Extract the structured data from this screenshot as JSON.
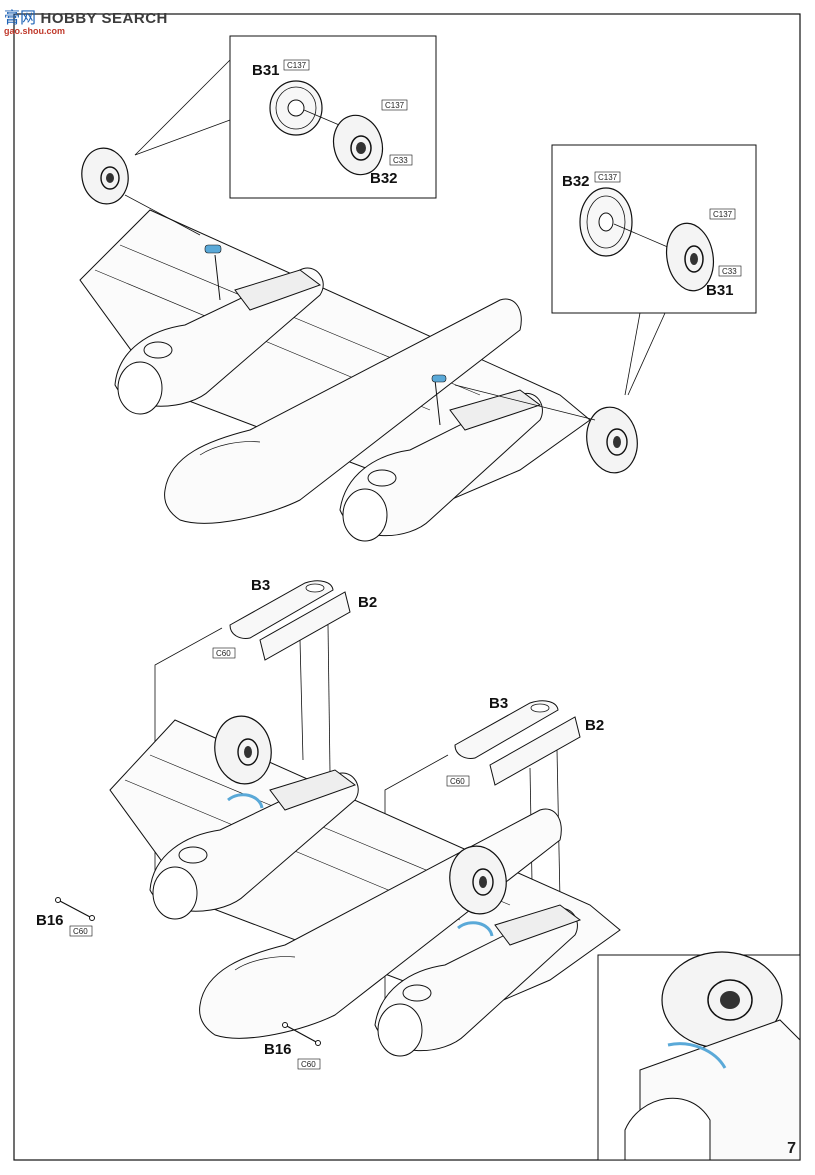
{
  "watermark": {
    "cn": "膏",
    "cn2": "网",
    "text": "HOBBY SEARCH",
    "sub": "gao.shou.com"
  },
  "page_number": "7",
  "top": {
    "inset_left": {
      "b31": "B31",
      "b32": "B32",
      "c137_a": "C137",
      "c137_b": "C137",
      "c33": "C33"
    },
    "inset_right": {
      "b32": "B32",
      "b31": "B31",
      "c137_a": "C137",
      "c137_b": "C137",
      "c33": "C33"
    }
  },
  "bottom": {
    "left_group": {
      "b3": "B3",
      "b2": "B2",
      "c60": "C60"
    },
    "right_group": {
      "b3": "B3",
      "b2": "B2",
      "c60": "C60"
    },
    "b16_left": {
      "label": "B16",
      "c60": "C60"
    },
    "b16_right": {
      "label": "B16",
      "c60": "C60"
    }
  },
  "colors": {
    "accent_blue": "#5aa9d8",
    "line": "#1a1a1a",
    "fill_gray": "#f2f2f2"
  }
}
